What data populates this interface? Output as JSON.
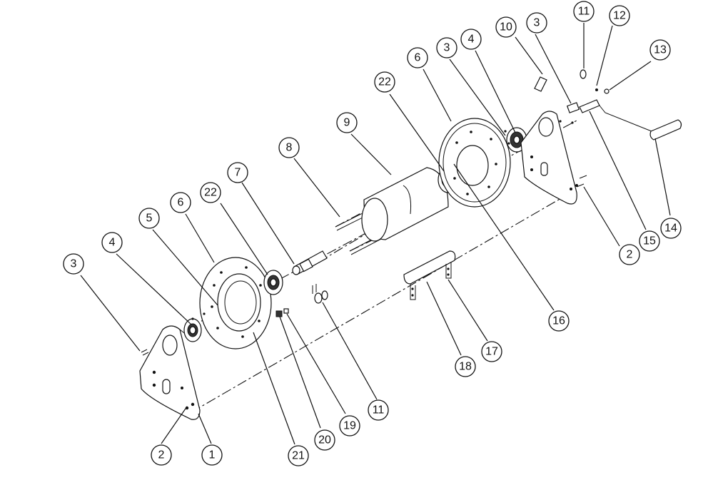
{
  "diagram": {
    "callouts": [
      "1",
      "2",
      "2",
      "3",
      "3",
      "3",
      "4",
      "4",
      "5",
      "6",
      "6",
      "7",
      "8",
      "9",
      "10",
      "11",
      "11",
      "12",
      "13",
      "14",
      "15",
      "16",
      "17",
      "18",
      "19",
      "20",
      "21",
      "22",
      "22"
    ]
  }
}
